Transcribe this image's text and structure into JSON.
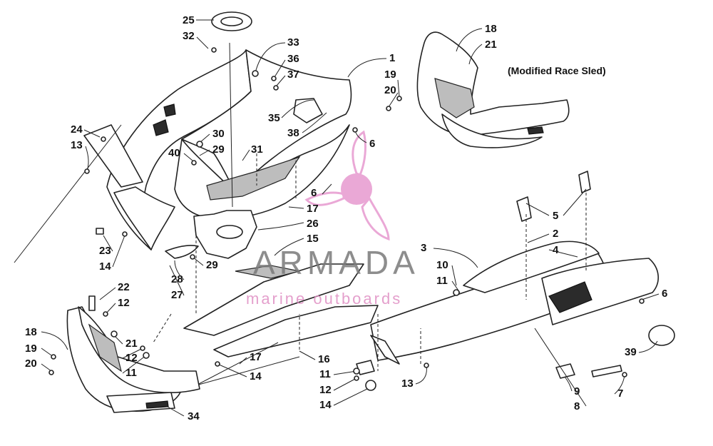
{
  "caption": "(Modified Race Sled)",
  "watermark": {
    "name": "ARMADA",
    "tagline": "marine outboards",
    "accent_color": "#e79ad0",
    "text_color": "#7a7a7a"
  },
  "callouts": [
    {
      "id": "c25",
      "text": "25"
    },
    {
      "id": "c32",
      "text": "32"
    },
    {
      "id": "c33",
      "text": "33"
    },
    {
      "id": "c36",
      "text": "36"
    },
    {
      "id": "c37",
      "text": "37"
    },
    {
      "id": "c1",
      "text": "1"
    },
    {
      "id": "c19a",
      "text": "19"
    },
    {
      "id": "c20a",
      "text": "20"
    },
    {
      "id": "c18a",
      "text": "18"
    },
    {
      "id": "c21a",
      "text": "21"
    },
    {
      "id": "c35",
      "text": "35"
    },
    {
      "id": "c38",
      "text": "38"
    },
    {
      "id": "c24",
      "text": "24"
    },
    {
      "id": "c13a",
      "text": "13"
    },
    {
      "id": "c30",
      "text": "30"
    },
    {
      "id": "c40",
      "text": "40"
    },
    {
      "id": "c29a",
      "text": "29"
    },
    {
      "id": "c31",
      "text": "31"
    },
    {
      "id": "c6a",
      "text": "6"
    },
    {
      "id": "c6b",
      "text": "6"
    },
    {
      "id": "c17a",
      "text": "17"
    },
    {
      "id": "c26",
      "text": "26"
    },
    {
      "id": "c15",
      "text": "15"
    },
    {
      "id": "c23",
      "text": "23"
    },
    {
      "id": "c14a",
      "text": "14"
    },
    {
      "id": "c29b",
      "text": "29"
    },
    {
      "id": "c28",
      "text": "28"
    },
    {
      "id": "c27",
      "text": "27"
    },
    {
      "id": "c5",
      "text": "5"
    },
    {
      "id": "c2",
      "text": "2"
    },
    {
      "id": "c3",
      "text": "3"
    },
    {
      "id": "c4",
      "text": "4"
    },
    {
      "id": "c10",
      "text": "10"
    },
    {
      "id": "c11a",
      "text": "11"
    },
    {
      "id": "c6c",
      "text": "6"
    },
    {
      "id": "c22",
      "text": "22"
    },
    {
      "id": "c12a",
      "text": "12"
    },
    {
      "id": "c18b",
      "text": "18"
    },
    {
      "id": "c21b",
      "text": "21"
    },
    {
      "id": "c19b",
      "text": "19"
    },
    {
      "id": "c12b",
      "text": "12"
    },
    {
      "id": "c20b",
      "text": "20"
    },
    {
      "id": "c11b",
      "text": "11"
    },
    {
      "id": "c17b",
      "text": "17"
    },
    {
      "id": "c16",
      "text": "16"
    },
    {
      "id": "c14b",
      "text": "14"
    },
    {
      "id": "c11c",
      "text": "11"
    },
    {
      "id": "c12c",
      "text": "12"
    },
    {
      "id": "c14c",
      "text": "14"
    },
    {
      "id": "c13b",
      "text": "13"
    },
    {
      "id": "c39",
      "text": "39"
    },
    {
      "id": "c9",
      "text": "9"
    },
    {
      "id": "c8",
      "text": "8"
    },
    {
      "id": "c7",
      "text": "7"
    },
    {
      "id": "c34",
      "text": "34"
    }
  ]
}
